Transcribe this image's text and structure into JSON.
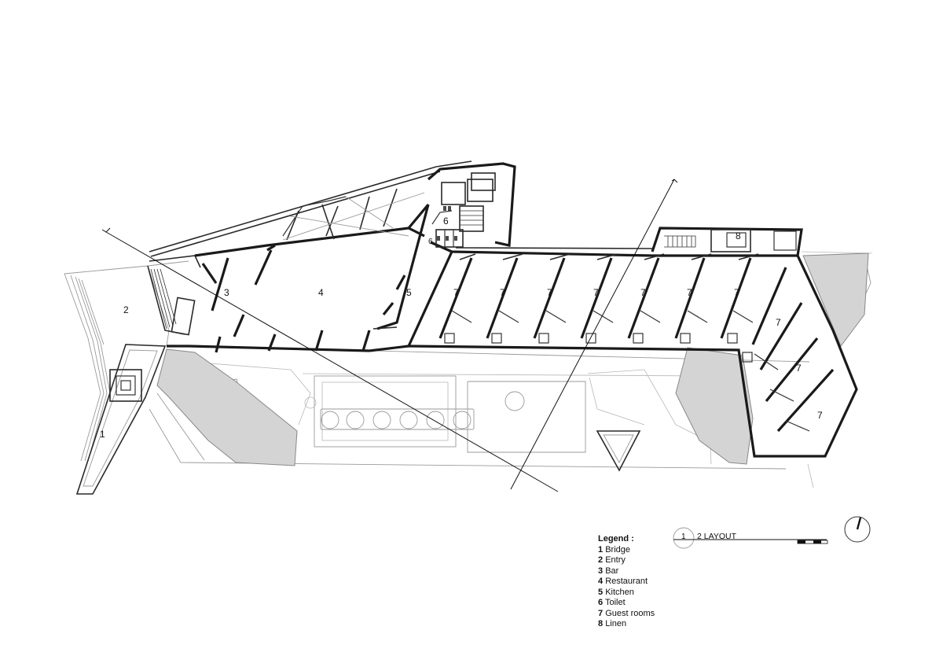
{
  "rooms": [
    {
      "id": "bridge",
      "label": "1"
    },
    {
      "id": "entry",
      "label": "2"
    },
    {
      "id": "bar",
      "label": "3"
    },
    {
      "id": "restaurant",
      "label": "4"
    },
    {
      "id": "kitchen",
      "label": "5"
    },
    {
      "id": "toilet-a",
      "label": "6"
    },
    {
      "id": "toilet-b",
      "label": "6"
    },
    {
      "id": "guest-1",
      "label": "7"
    },
    {
      "id": "guest-2",
      "label": "7"
    },
    {
      "id": "guest-3",
      "label": "7"
    },
    {
      "id": "guest-4",
      "label": "7"
    },
    {
      "id": "guest-5",
      "label": "7"
    },
    {
      "id": "guest-6",
      "label": "7"
    },
    {
      "id": "guest-7",
      "label": "7"
    },
    {
      "id": "guest-8",
      "label": "7"
    },
    {
      "id": "guest-9",
      "label": "7"
    },
    {
      "id": "guest-10",
      "label": "7"
    },
    {
      "id": "linen",
      "label": "8"
    }
  ],
  "legend": {
    "title": "Legend :",
    "items": [
      {
        "num": "1",
        "text": "Bridge"
      },
      {
        "num": "2",
        "text": "Entry"
      },
      {
        "num": "3",
        "text": "Bar"
      },
      {
        "num": "4",
        "text": "Restaurant"
      },
      {
        "num": "5",
        "text": "Kitchen"
      },
      {
        "num": "6",
        "text": "Toilet"
      },
      {
        "num": "7",
        "text": "Guest rooms"
      },
      {
        "num": "8",
        "text": "Linen"
      }
    ]
  },
  "drawing_title": {
    "number": "1",
    "label": "2 LAYOUT"
  },
  "icons": {
    "north_arrow": "north-arrow-icon",
    "scale_bar": "scale-bar-icon",
    "section_marker": "section-marker-icon"
  }
}
